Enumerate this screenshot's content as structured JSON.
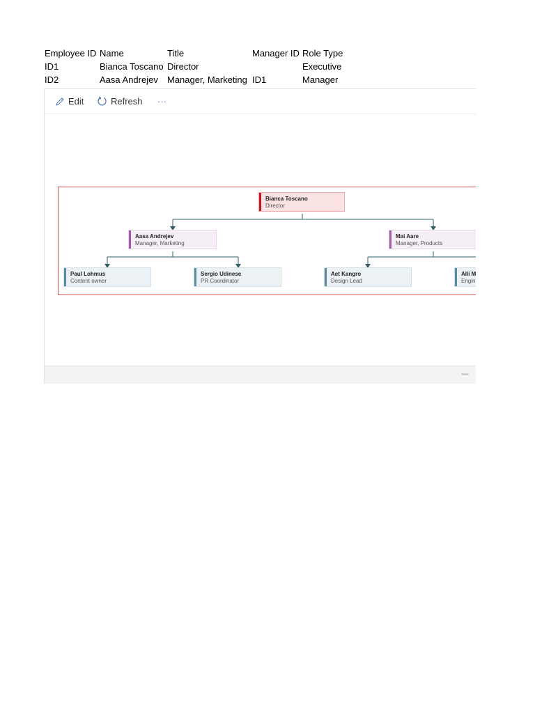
{
  "table": {
    "headers": [
      "Employee ID",
      "Name",
      "Title",
      "Manager ID",
      "Role Type"
    ],
    "rows": [
      [
        "ID1",
        "Bianca Toscano",
        "Director",
        "",
        "Executive"
      ],
      [
        "ID2",
        "Aasa Andrejev",
        "Manager, Marketing",
        "ID1",
        "Manager"
      ]
    ]
  },
  "toolbar": {
    "edit_label": "Edit",
    "refresh_label": "Refresh",
    "more_label": "···"
  },
  "org_chart": {
    "colors": {
      "executive": "#c0181f",
      "manager": "#a45ba8",
      "employee": "#5a8aa0",
      "connector": "#2f5f64"
    },
    "nodes": [
      {
        "name": "Bianca Toscano",
        "title": "Director",
        "role": "Executive"
      },
      {
        "name": "Aasa Andrejev",
        "title": "Manager, Marketing",
        "role": "Manager"
      },
      {
        "name": "Mai Aare",
        "title": "Manager, Products",
        "role": "Manager"
      },
      {
        "name": "Paul Lohmus",
        "title": "Content owner",
        "role": "Employee"
      },
      {
        "name": "Sergio Udinese",
        "title": "PR Coordinator",
        "role": "Employee"
      },
      {
        "name": "Aet Kangro",
        "title": "Design Lead",
        "role": "Employee"
      },
      {
        "name": "Alli M",
        "title": "Engin",
        "role": "Employee"
      }
    ]
  },
  "footer": {
    "minimize_label": "—"
  }
}
